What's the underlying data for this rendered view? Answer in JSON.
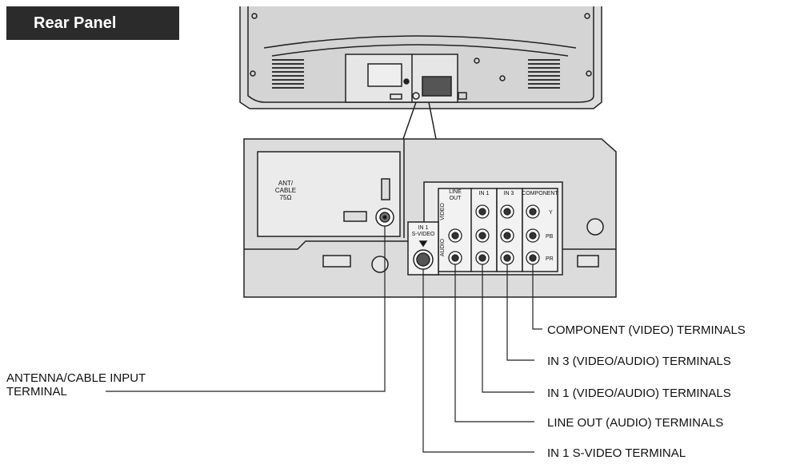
{
  "header": {
    "title": "Rear Panel"
  },
  "panel_labels": {
    "ant": [
      "ANT/",
      "CABLE",
      "75Ω"
    ],
    "line_out": [
      "LINE",
      "OUT"
    ],
    "in1": "IN 1",
    "in3": "IN 3",
    "component": "COMPONENT",
    "video": "VIDEO",
    "audio": "AUDIO",
    "svideo": [
      "IN 1",
      "S-VIDEO"
    ],
    "y": "Y",
    "pb": "PB",
    "pr": "PR"
  },
  "callouts": {
    "antenna": [
      "ANTENNA/CABLE INPUT",
      "TERMINAL"
    ],
    "component": "COMPONENT (VIDEO) TERMINALS",
    "in3": "IN 3 (VIDEO/AUDIO) TERMINALS",
    "in1": "IN 1 (VIDEO/AUDIO) TERMINALS",
    "line_out": "LINE OUT (AUDIO) TERMINALS",
    "svideo": "IN 1 S-VIDEO TERMINAL"
  }
}
